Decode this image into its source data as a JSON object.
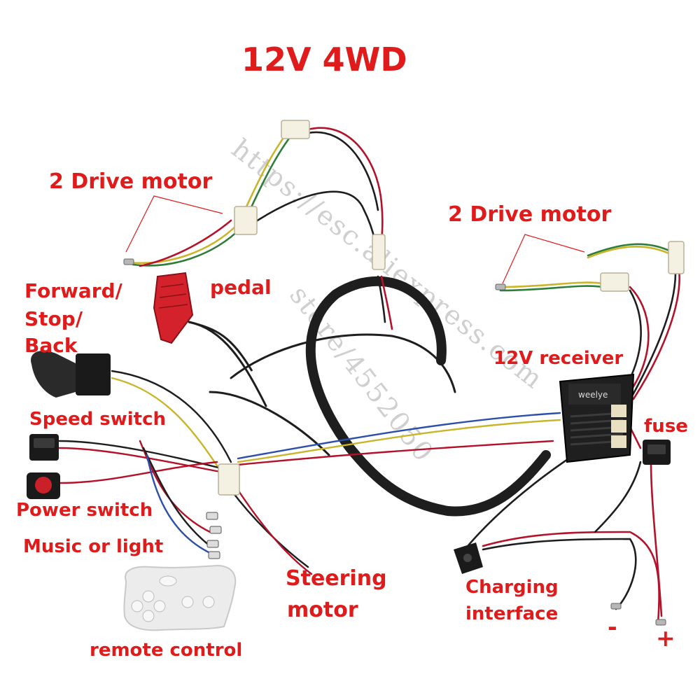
{
  "title": "12V 4WD",
  "labels": {
    "drive_motor_left": "2  Drive motor",
    "drive_motor_right": "2  Drive motor",
    "pedal": "pedal",
    "forward_stop_back_1": "Forward/",
    "forward_stop_back_2": "Stop/",
    "forward_stop_back_3": "Back",
    "receiver": "12V receiver",
    "fuse": "fuse",
    "speed_switch": "Speed switch",
    "power_switch": "Power switch",
    "music_or_light": "Music or light",
    "steering_motor_1": "Steering",
    "steering_motor_2": "motor",
    "charging_interface_1": "Charging",
    "charging_interface_2": "interface",
    "remote_control": "remote control",
    "minus": "-",
    "plus": "+"
  },
  "receiver_brand": "weelye",
  "watermark_1": "https://esc.aliexpress.com",
  "watermark_2": "store/4552050",
  "colors": {
    "label": "#e01b1b",
    "harness": "#1e1e1e",
    "wire_red": "#b3122a",
    "wire_yellow": "#c9b52a",
    "wire_green": "#2f7d3a",
    "wire_blue": "#2c4fa8",
    "connector": "#f4f0e2",
    "pedal": "#d3222c",
    "remote": "#ececec"
  },
  "icons": [
    "pedal-icon",
    "gear-shift-icon",
    "rocker-switch-icon",
    "push-button-icon",
    "receiver-module-icon",
    "fuse-holder-icon",
    "charging-port-icon",
    "remote-control-icon",
    "connector-icon"
  ]
}
